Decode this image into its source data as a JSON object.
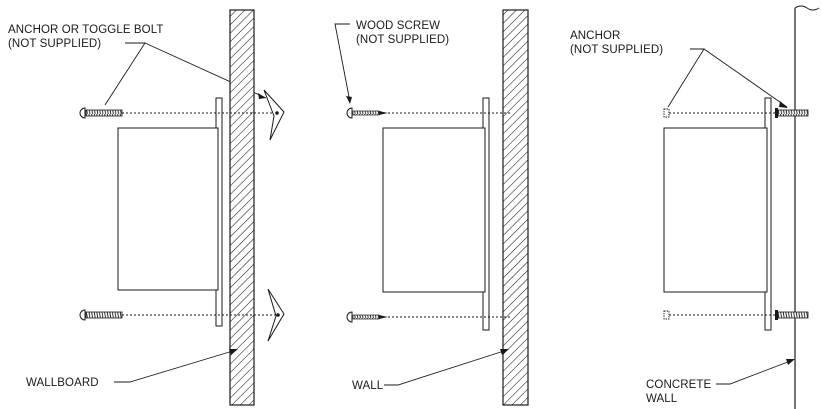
{
  "panels": {
    "wallboard": {
      "fastener_label_line1": "ANCHOR OR TOGGLE BOLT",
      "fastener_label_line2": "(NOT SUPPLIED)",
      "wall_label": "WALLBOARD"
    },
    "wood": {
      "fastener_label_line1": "WOOD SCREW",
      "fastener_label_line2": "(NOT SUPPLIED)",
      "wall_label": "WALL"
    },
    "concrete": {
      "fastener_label_line1": "ANCHOR",
      "fastener_label_line2": "(NOT SUPPLIED)",
      "wall_label_line1": "CONCRETE",
      "wall_label_line2": "WALL"
    }
  }
}
